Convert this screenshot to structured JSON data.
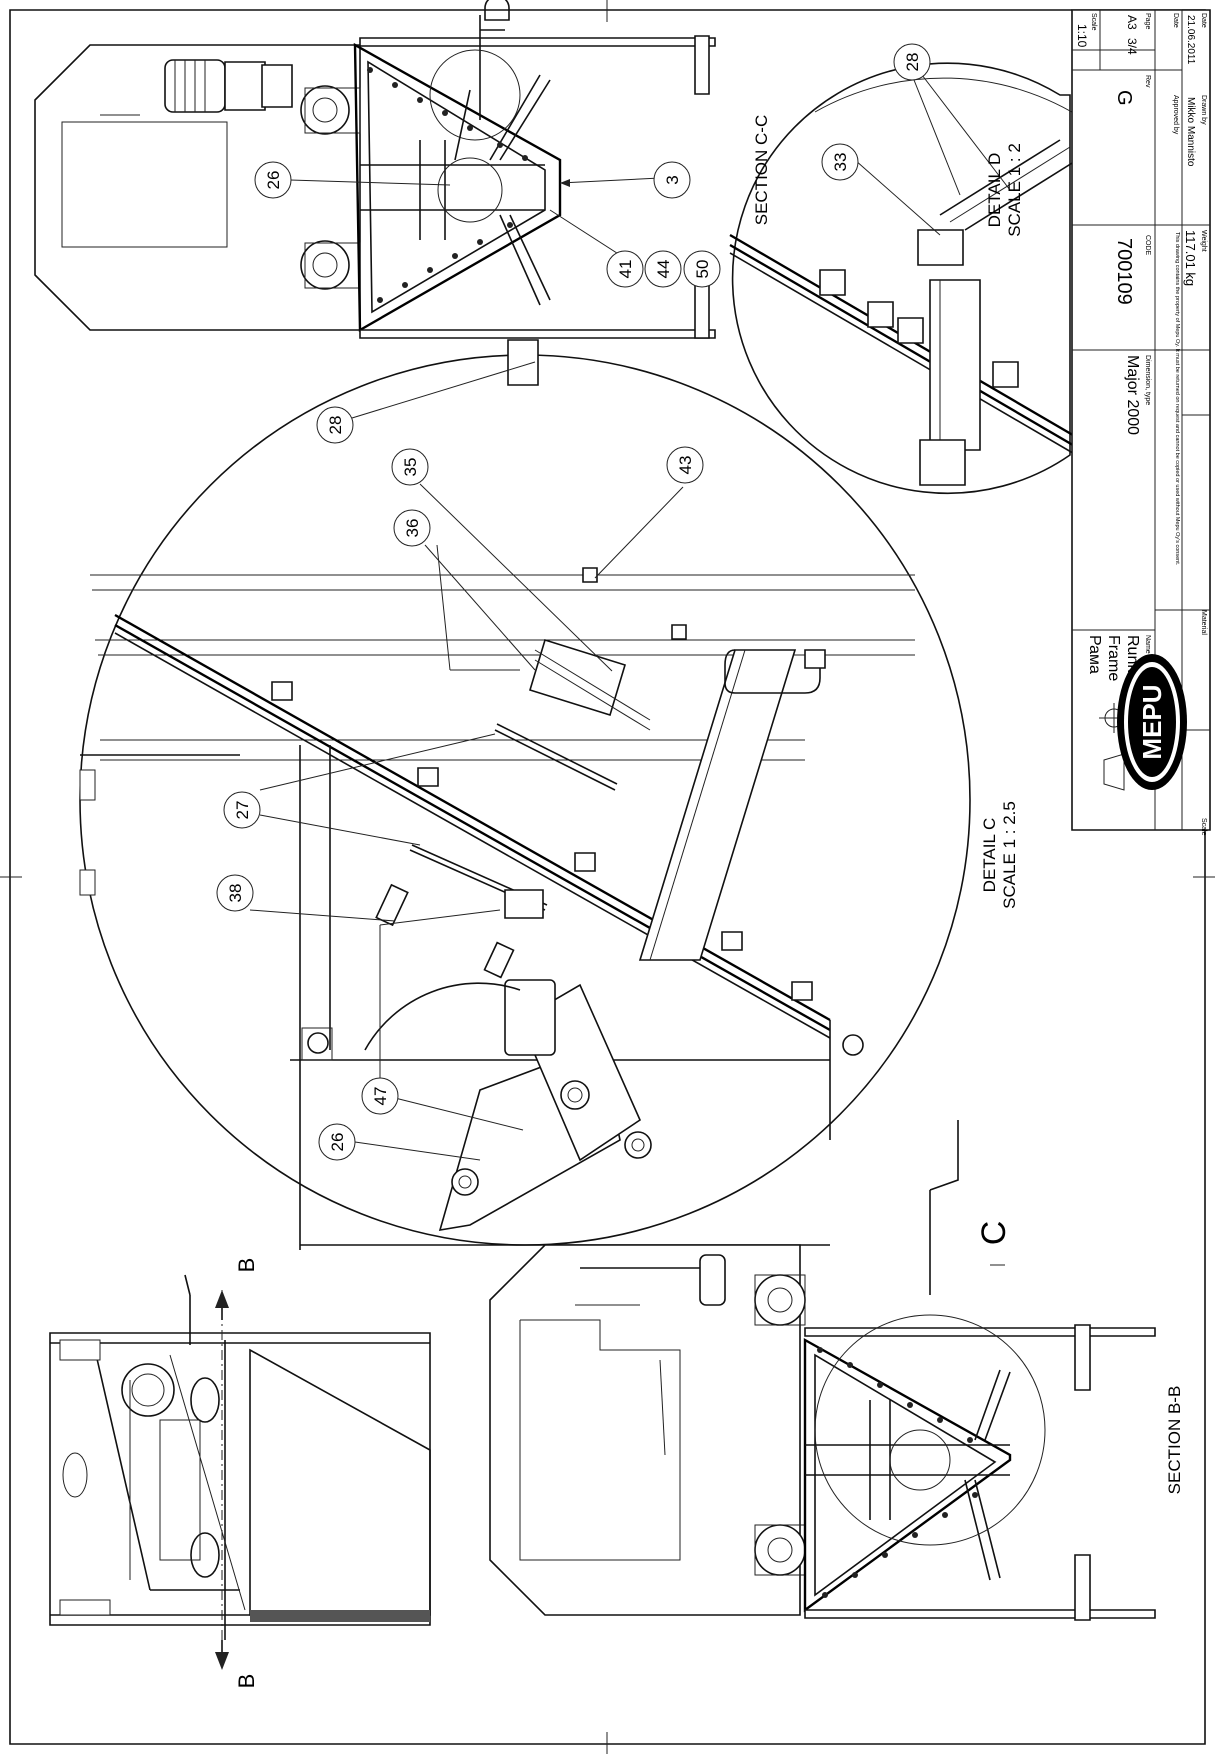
{
  "views": {
    "section_cc": {
      "line1": "SECTION C-C"
    },
    "detail_c": {
      "line1": "DETAIL C",
      "line2": "SCALE 1 : 2.5"
    },
    "detail_d": {
      "line1": "DETAIL D",
      "line2": "SCALE 1 : 2"
    },
    "section_bb": {
      "line1": "SECTION B-B"
    },
    "cut_marker": "B",
    "detail_marker": "C"
  },
  "balloons": {
    "top": [
      "26",
      "3",
      "41",
      "44",
      "50"
    ],
    "detail_c": [
      "28",
      "35",
      "36",
      "43",
      "27",
      "38",
      "47",
      "26"
    ],
    "detail_d": [
      "33",
      "28"
    ]
  },
  "title_block": {
    "scale_label": "Scale",
    "material_label": "Material",
    "weight_label": "Weight",
    "weight": "117.01 kg",
    "drawn_by_label": "Drawn by",
    "drawn_by": "Mikko Mannisto",
    "approved_by_label": "Approved by",
    "date_label": "Date",
    "date": "21.06.2011",
    "date2_label": "Date",
    "notice": "This drawing contains the property of Mepu Oy. It must be returned on request and cannot be copied or used without Mepu Oy's consent.",
    "name_label": "Name",
    "name_lines": [
      "Runko",
      "Frame",
      "Рама"
    ],
    "dimension_label": "Dimension, type",
    "dimension": "Major 2000",
    "code_label": "CODE",
    "code": "700109",
    "rev_label": "Rev",
    "rev": "G",
    "page_label": "Page",
    "page": "3/4",
    "format": "A3",
    "scale2_label": "Scale",
    "scale": "1:10",
    "logo": "MEPU"
  }
}
